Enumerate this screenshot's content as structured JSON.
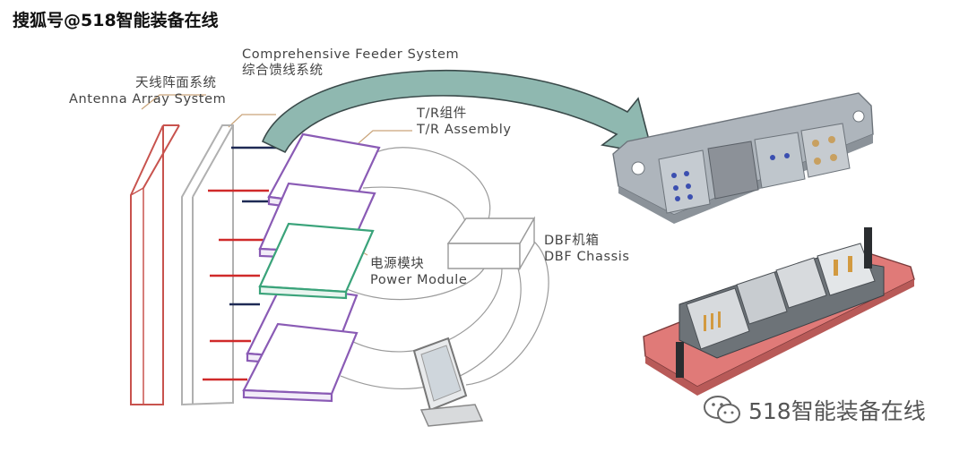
{
  "watermark_top": "搜狐号@518智能装备在线",
  "labels": {
    "feeder_en": "Comprehensive Feeder System",
    "feeder_zh": "综合馈线系统",
    "antenna_zh": "天线阵面系统",
    "antenna_en": "Antenna Array System",
    "tr_zh": "T/R组件",
    "tr_en": "T/R Assembly",
    "power_zh": "电源模块",
    "power_en": "Power Module",
    "dbf_zh": "DBF机箱",
    "dbf_en": "DBF Chassis"
  },
  "watermark_bottom": "518智能装备在线",
  "colors": {
    "antenna_panel": "#c8534e",
    "tr_module": "#8a5bb5",
    "power_module": "#3aa37a",
    "red_lead": "#d02a2a",
    "navy_lead": "#1e2a55",
    "arrow_fill": "#8fb8b0",
    "connector_gray": "#a9b0b8",
    "connector_pink": "#e07a78"
  },
  "icons": [
    "curved-arrow-icon",
    "monitor-icon",
    "wechat-icon"
  ]
}
